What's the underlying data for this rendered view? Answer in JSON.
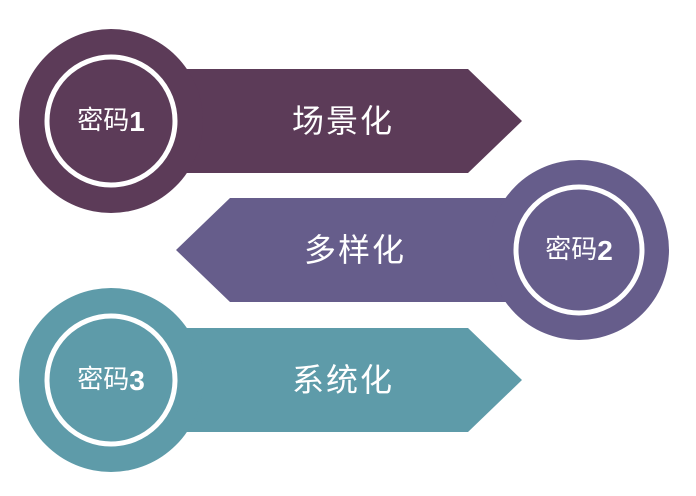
{
  "items": [
    {
      "badge_label": "密码",
      "badge_number": "1",
      "band_label": "场景化",
      "color": "#5c3b58"
    },
    {
      "badge_label": "密码",
      "badge_number": "2",
      "band_label": "多样化",
      "color": "#665d8b"
    },
    {
      "badge_label": "密码",
      "badge_number": "3",
      "band_label": "系统化",
      "color": "#5e9ba9"
    }
  ]
}
